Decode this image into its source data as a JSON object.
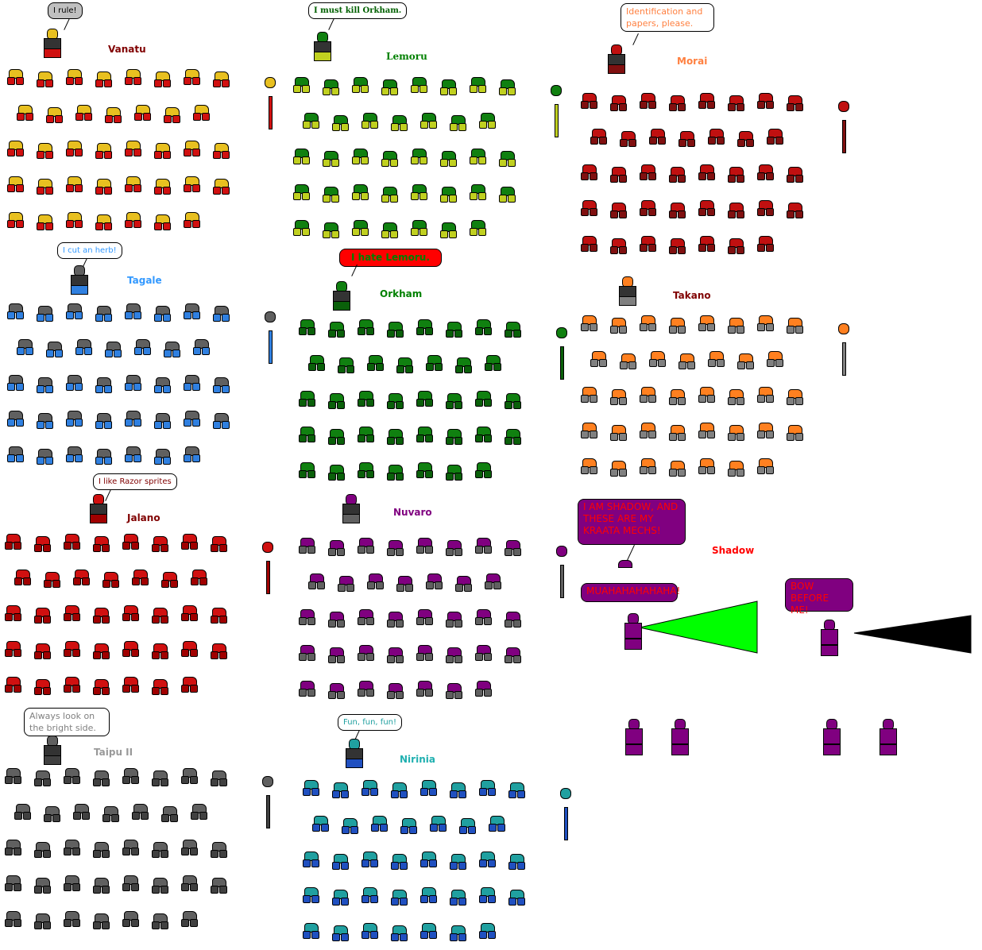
{
  "characters": [
    {
      "name": "Vanatu",
      "label_color": "#800000",
      "speech": "I rule!",
      "bubble_bg": "#c0c0c0",
      "bubble_text": "#000000",
      "primary": "#e8c020",
      "secondary": "#d01010"
    },
    {
      "name": "Lemoru",
      "label_color": "#008000",
      "speech": "I must kill Orkham.",
      "bubble_bg": "#ffffff",
      "bubble_text": "#006000",
      "primary": "#108010",
      "secondary": "#c0d020"
    },
    {
      "name": "Morai",
      "label_color": "#ff8040",
      "speech": "Identification and papers, please.",
      "bubble_bg": "#ffffff",
      "bubble_text": "#ff8040",
      "primary": "#c01010",
      "secondary": "#801010"
    },
    {
      "name": "Tagale",
      "label_color": "#3399ff",
      "speech": "I cut an herb!",
      "bubble_bg": "#ffffff",
      "bubble_text": "#3399ff",
      "primary": "#606060",
      "secondary": "#3080e0"
    },
    {
      "name": "Orkham",
      "label_color": "#008000",
      "speech": "I hate Lemoru.",
      "bubble_bg": "#ff0000",
      "bubble_text": "#008000",
      "primary": "#108010",
      "secondary": "#0a600a"
    },
    {
      "name": "Takano",
      "label_color": "#800000",
      "speech": "",
      "bubble_bg": "",
      "bubble_text": "",
      "primary": "#ff8020",
      "secondary": "#808080"
    },
    {
      "name": "Jalano",
      "label_color": "#800000",
      "speech": "I like Razor sprites",
      "bubble_bg": "#ffffff",
      "bubble_text": "#800000",
      "primary": "#d01010",
      "secondary": "#a00000"
    },
    {
      "name": "Nuvaro",
      "label_color": "#800080",
      "speech": "",
      "bubble_bg": "",
      "bubble_text": "",
      "primary": "#800080",
      "secondary": "#606060"
    },
    {
      "name": "Taipu II",
      "label_color": "#999999",
      "speech": "Always look on the bright side.",
      "bubble_bg": "#ffffff",
      "bubble_text": "#808080",
      "primary": "#606060",
      "secondary": "#404040"
    },
    {
      "name": "Nirinia",
      "label_color": "#20b0b0",
      "speech": "Fun, fun, fun!",
      "bubble_bg": "#ffffff",
      "bubble_text": "#20a0a0",
      "primary": "#20a0a0",
      "secondary": "#2050c0"
    }
  ],
  "shadow": {
    "name": "Shadow",
    "label_color": "#ff0000",
    "speech_1": "I AM SHADOW, AND THESE ARE MY KRAATA MECHS!",
    "speech_2": "MUAHAHAHAHAHA!",
    "speech_3": "BOW BEFORE ME!",
    "bubble_bg": "#800080",
    "bubble_text": "#ff0000",
    "beam_colors": [
      "#00ff00",
      "#000000"
    ]
  }
}
